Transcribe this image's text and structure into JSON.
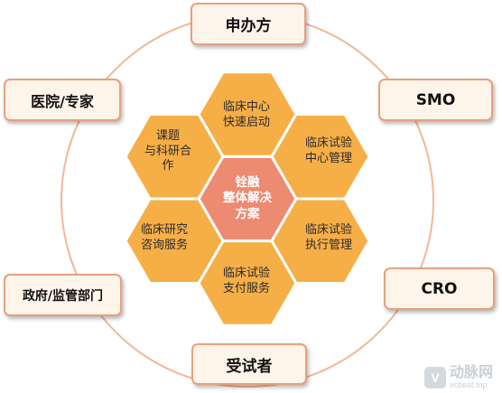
{
  "stakeholders": {
    "sponsor": "申办方",
    "hospital": "医院/专家",
    "smo": "SMO",
    "cro": "CRO",
    "government": "政府/监管部门",
    "subject": "受试者"
  },
  "services": {
    "center": "铨融\n整体解决\n方案",
    "top": "临床中心\n快速启动",
    "upper_right": "临床试验\n中心管理",
    "lower_right": "临床试验\n执行管理",
    "bottom": "临床试验\n支付服务",
    "lower_left": "临床研究\n咨询服务",
    "upper_left": "课题\n与科研合\n作"
  },
  "colors": {
    "circle": "#f0b898",
    "hex_fill": "#f6ae47",
    "hex_stroke": "#ffffff",
    "center_fill": "#ec8a72",
    "box_fill": "#fdf4ea",
    "box_border": "#e8a07c"
  },
  "watermark": {
    "badge": "V",
    "name": "动脉网",
    "url": "vcbeat.top"
  }
}
